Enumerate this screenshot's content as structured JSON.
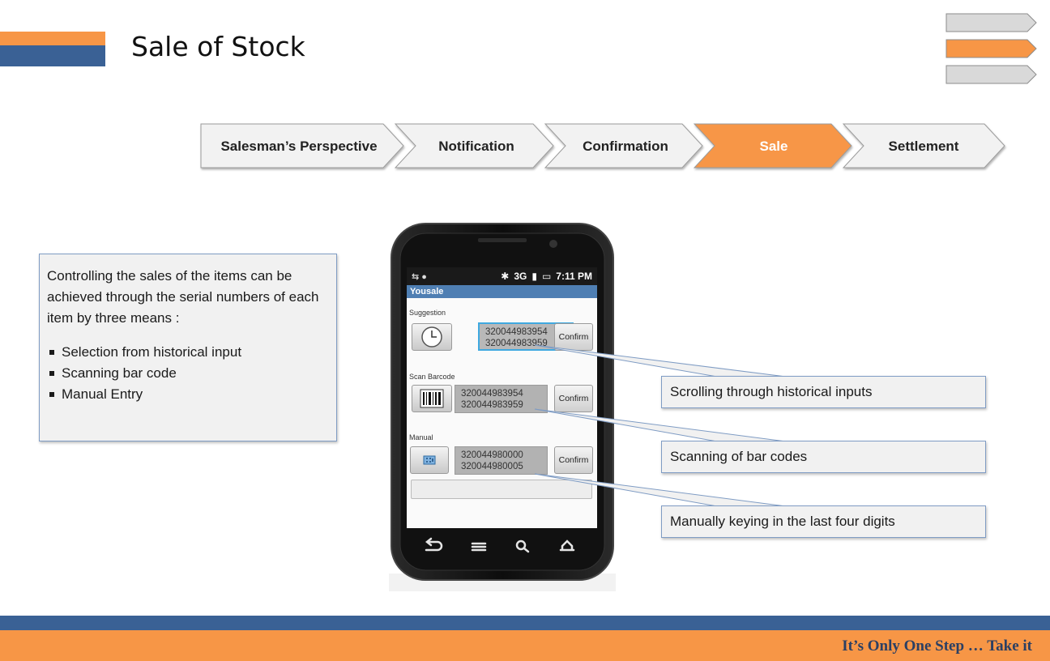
{
  "slide": {
    "title": "Sale of Stock",
    "tagline": "It’s Only One Step … Take it"
  },
  "process": {
    "steps": [
      {
        "label": "Salesman’s  Perspective",
        "active": false
      },
      {
        "label": "Notification",
        "active": false
      },
      {
        "label": "Confirmation",
        "active": false
      },
      {
        "label": "Sale",
        "active": true
      },
      {
        "label": "Settlement",
        "active": false
      }
    ]
  },
  "infobox": {
    "intro": "Controlling the sales of the items can be achieved through the serial numbers of each item by three means :",
    "bullets": [
      "Selection from historical input",
      "Scanning bar code",
      "Manual Entry"
    ]
  },
  "callouts": [
    "Scrolling through historical inputs",
    "Scanning of bar codes",
    "Manually keying in the last four digits"
  ],
  "phone": {
    "status_time": "7:11 PM",
    "status_network": "3G",
    "app_title": "Yousale",
    "sections": [
      {
        "label": "Suggestion",
        "serials": [
          "320044983954",
          "320044983959"
        ],
        "confirm": "Confirm"
      },
      {
        "label": "Scan Barcode",
        "serials": [
          "320044983954",
          "320044983959"
        ],
        "confirm": "Confirm"
      },
      {
        "label": "Manual",
        "serials": [
          "320044980000",
          "320044980005"
        ],
        "confirm": "Confirm"
      }
    ]
  },
  "colors": {
    "accent_orange": "#f79646",
    "accent_blue": "#3a6195",
    "chevron_gray": "#f2f2f2",
    "box_border": "#7f9cc4"
  }
}
